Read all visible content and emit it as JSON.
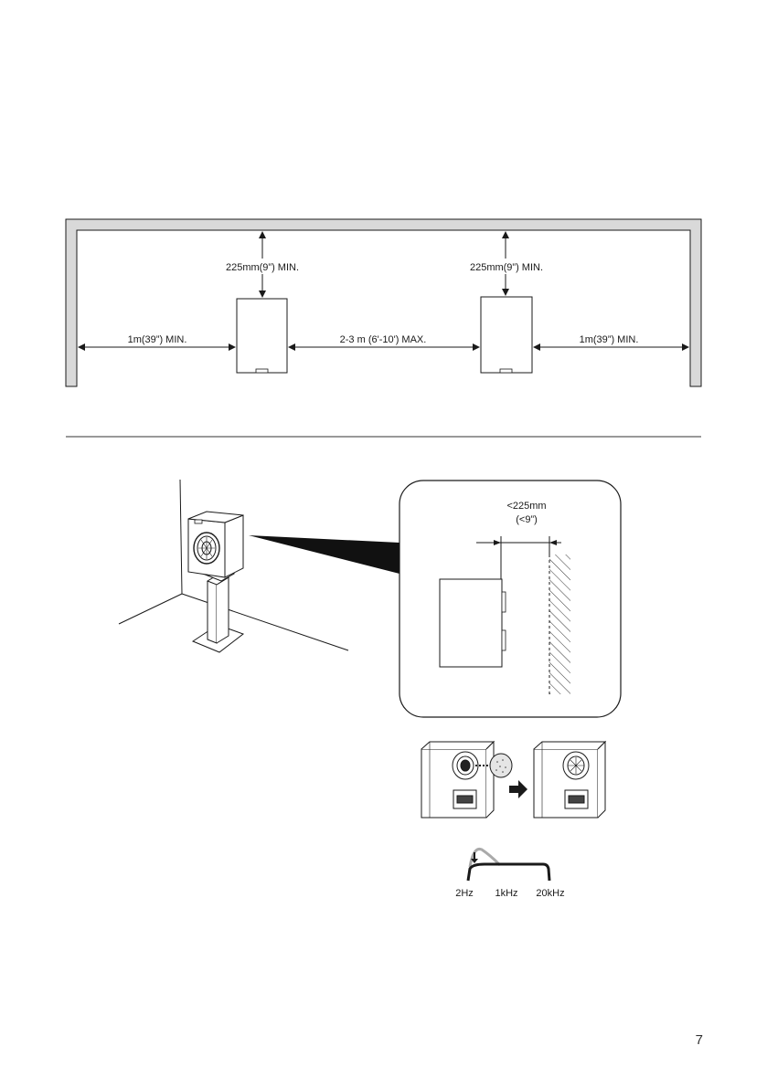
{
  "room_diagram": {
    "top_clearance_left": "225mm(9”) MIN.",
    "top_clearance_right": "225mm(9”) MIN.",
    "side_clearance_left": "1m(39”) MIN.",
    "speaker_spacing": "2-3 m (6'-10') MAX.",
    "side_clearance_right": "1m(39”) MIN."
  },
  "wall_detail": {
    "distance_line1": "<225mm",
    "distance_line2": "(<9”)"
  },
  "port_plug": {
    "freq_labels": [
      "2Hz",
      "1kHz",
      "20kHz"
    ]
  },
  "page": {
    "number": "7"
  },
  "icons": [
    "arrow-up-icon",
    "arrow-down-icon",
    "double-arrow-icon",
    "right-arrow-icon",
    "down-arrow-icon"
  ],
  "colors": {
    "wall_fill": "#d9d9d9",
    "line": "#1a1a1a",
    "callout_wedge": "#111111",
    "eq_curve_gray": "#aaaaaa"
  }
}
